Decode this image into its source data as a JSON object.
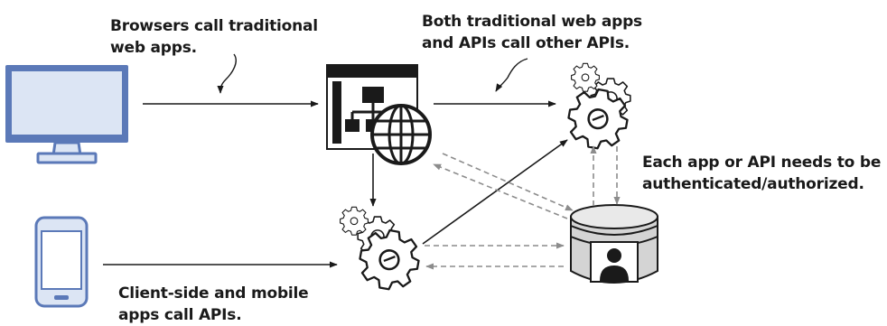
{
  "annotations": {
    "browsers_call": {
      "line1": "Browsers call traditional",
      "line2": "web apps."
    },
    "both_call": {
      "line1": "Both traditional web apps",
      "line2": "and APIs call other APIs."
    },
    "each_needs": {
      "line1": "Each app or API needs to be",
      "line2": "authenticated/authorized."
    },
    "client_side": {
      "line1": "Client-side and mobile",
      "line2": "apps call APIs."
    }
  },
  "nodes": [
    {
      "id": "desktop-browser",
      "icon": "desktop-monitor-icon"
    },
    {
      "id": "mobile-phone",
      "icon": "smartphone-icon"
    },
    {
      "id": "web-app",
      "icon": "web-application-icon"
    },
    {
      "id": "api-top",
      "icon": "gears-icon"
    },
    {
      "id": "api-bottom",
      "icon": "gears-icon"
    },
    {
      "id": "auth-server",
      "icon": "identity-database-icon"
    }
  ],
  "colors": {
    "device_fill": "#dce5f4",
    "device_stroke": "#5b79b8",
    "dark": "#1a1a1a",
    "arrow": "#1a1a1a",
    "dashed_arrow": "#8c8c8c",
    "db_fill": "#d4d4d4",
    "db_top": "#e9e9e9"
  }
}
